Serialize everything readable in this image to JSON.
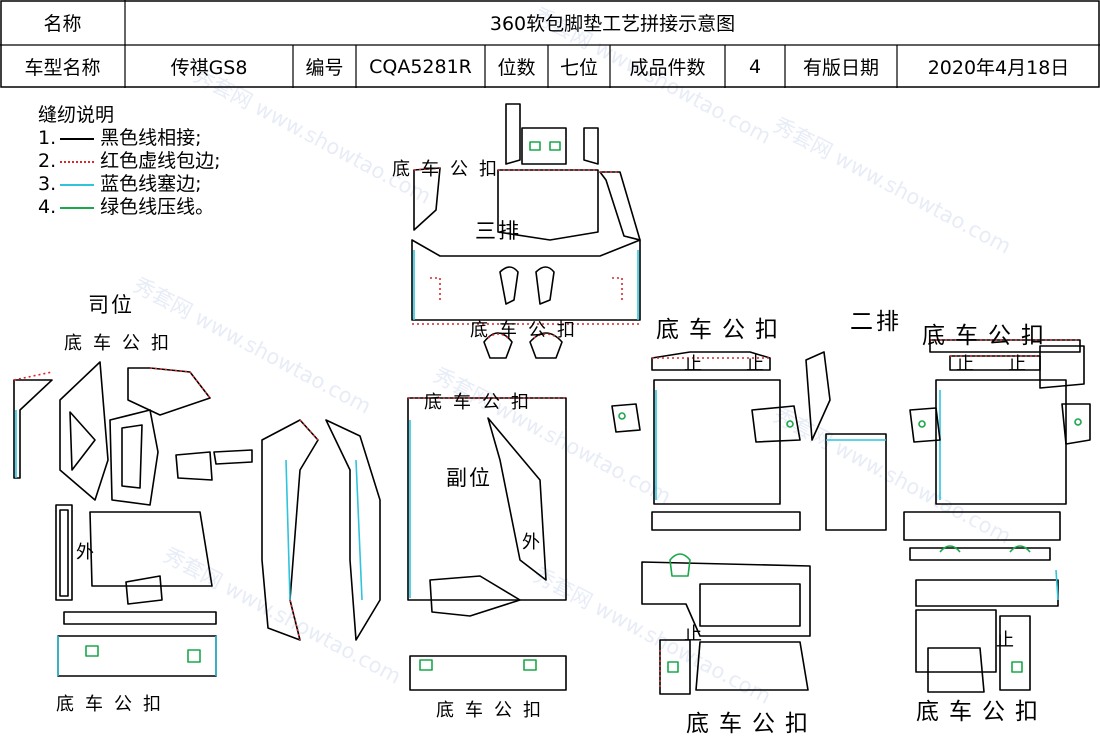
{
  "header": {
    "name_label": "名称",
    "title": "360软包脚垫工艺拼接示意图",
    "model_label": "车型名称",
    "model_value": "传祺GS8",
    "code_label": "编号",
    "code_value": "CQA5281R",
    "seats_label": "位数",
    "seats_value": "七位",
    "count_label": "成品件数",
    "count_value": "4",
    "date_label": "有版日期",
    "date_value": "2020年4月18日"
  },
  "legend": {
    "title": "缝纫说明",
    "items": [
      {
        "num": "1.",
        "text": "黑色线相接;",
        "color": "#000000",
        "style": "solid"
      },
      {
        "num": "2.",
        "text": "红色虚线包边;",
        "color": "#d42a2a",
        "style": "dotted"
      },
      {
        "num": "3.",
        "text": "蓝色线塞边;",
        "color": "#2fc4dc",
        "style": "solid"
      },
      {
        "num": "4.",
        "text": "绿色线压线。",
        "color": "#1aa84a",
        "style": "solid"
      }
    ]
  },
  "labels": {
    "driver": "司位",
    "passenger": "副位",
    "row2": "二排",
    "row3": "三排",
    "bottom_clip": "底车公扣",
    "outer": "外",
    "stop": "止"
  },
  "watermark": "秀套网 www.showtao.com",
  "colors": {
    "red": "#d42a2a",
    "cyan": "#2fc4dc",
    "green": "#1aa84a",
    "black": "#000000"
  }
}
